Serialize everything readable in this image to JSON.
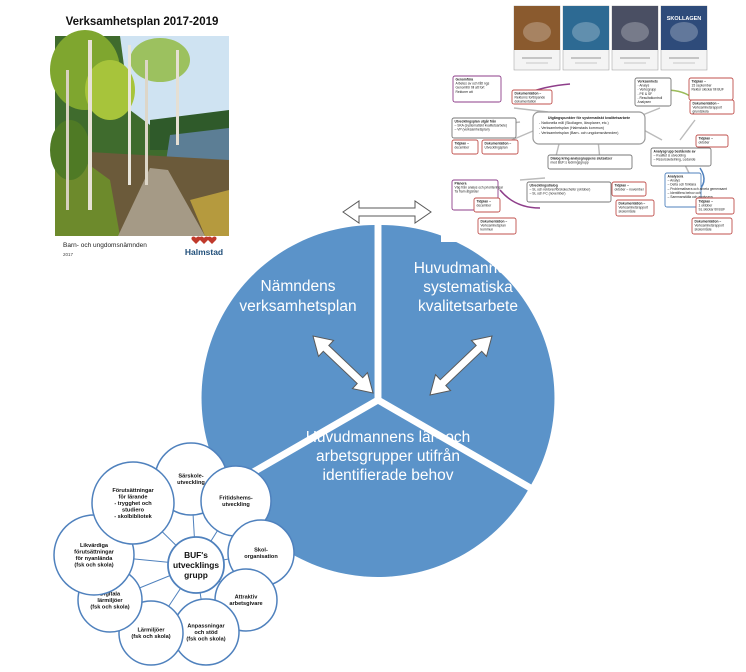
{
  "plan_cover": {
    "title": "Verksamhetsplan 2017-2019",
    "committee": "Barn- och ungdomsnämnden",
    "year": "2017",
    "logo_text": "Halmstad"
  },
  "circle": {
    "segment_left": [
      "Nämndens",
      "verksamhetsplan"
    ],
    "segment_right": [
      "Huvudmannens",
      "systematiska",
      "kvalitetsarbete"
    ],
    "segment_bottom": [
      "Huvudmannens lär- och",
      "arbetsgrupper utifrån",
      "identifierade behov"
    ]
  },
  "process_chart": {
    "covers": [
      {
        "color": "#8a5a2e",
        "title": ""
      },
      {
        "color": "#2d6a93",
        "title": ""
      },
      {
        "color": "#4a4f63",
        "title": ""
      },
      {
        "color": "#2e4b7a",
        "title": "SKOLLAGEN"
      }
    ],
    "center": [
      "Utgångspunkter för systematiskt kvalitetsarbete",
      "- Nationella mål (Skollagen, läroplaner, etc.)",
      "- Verksamhetsplan (Halmstads kommun)",
      "- Verksamhetsplan (Barn- och ungdomsnämnden)"
    ],
    "boxes": [
      {
        "lines": [
          "Genomföra",
          "Arbetes av och fått ngs",
          "Genomför till att fort",
          "Rektorer att"
        ],
        "border": "#8e3e8a"
      },
      {
        "lines": [
          "Dokumentation –",
          "Rektorns fortlöpande",
          "dokumentation"
        ],
        "border": "#c0504d"
      },
      {
        "lines": [
          "Utvecklingsplan utgår från",
          "– SKA (systematiskt kvalitetsarbete)",
          "– VP (verksamhetsplan)"
        ],
        "border": "#777777"
      },
      {
        "lines": [
          "Tidplan –",
          "december"
        ],
        "border": "#c0504d"
      },
      {
        "lines": [
          "Dokumentation –",
          "Utvecklingsplan"
        ],
        "border": "#c0504d"
      },
      {
        "lines": [
          "Planera",
          "Väg från analys och prioriteringar",
          "Ta fram åtgärder"
        ],
        "border": "#8e3e8a"
      },
      {
        "lines": [
          "Tidplan –",
          "december"
        ],
        "border": "#c0504d"
      },
      {
        "lines": [
          "Dokumentation –",
          "Verksamhetsplan",
          "kommun"
        ],
        "border": "#c0504d"
      },
      {
        "lines": [
          "Dialog kring analysgruppens slutsatser",
          "med BUF:s ledningsgrupp"
        ],
        "border": "#777777"
      },
      {
        "lines": [
          "Utvecklingsdialog",
          "– SL och rektorer/förskolechefer (oktober)",
          "– SL och FC (november)"
        ],
        "border": "#777777"
      },
      {
        "lines": [
          "Tidplan –",
          "oktober – november"
        ],
        "border": "#c0504d"
      },
      {
        "lines": [
          "Dokumentation –",
          "Verksamhetsrapport",
          "skolområde"
        ],
        "border": "#c0504d"
      },
      {
        "lines": [
          "Verksamhets",
          "- Analys",
          "- Verksgrupp",
          "- PE & SF",
          "- Resultatkontroll",
          "Analysen"
        ],
        "border": "#777777"
      },
      {
        "lines": [
          "Tidplan –",
          "15 september",
          "Rektor skickar till BUF"
        ],
        "border": "#c0504d"
      },
      {
        "lines": [
          "Dokumentation –",
          "Verksamhetsrapport",
          "grundskola"
        ],
        "border": "#c0504d"
      },
      {
        "lines": [
          "Tidplan –",
          "oktober"
        ],
        "border": "#c0504d"
      },
      {
        "lines": [
          "Analysgrupp bestående av",
          "– Kvalitet & utveckling",
          "– Resursavdelning, Ledande"
        ],
        "border": "#777777"
      },
      {
        "lines": [
          "Analysera",
          "– Analys",
          "– Delta och förklara",
          "– Problematisera och arbeta gemensamt",
          "– Identifiera behov och",
          "– Sammanställa och analysera"
        ],
        "border": "#4f81bd"
      },
      {
        "lines": [
          "Tidplan –",
          "1 oktober",
          "SL skickar till BUF"
        ],
        "border": "#c0504d"
      },
      {
        "lines": [
          "Dokumentation –",
          "Verksamhetsrapport",
          "skolområde"
        ],
        "border": "#c0504d"
      }
    ]
  },
  "group_diagram": {
    "center": [
      "BUF's",
      "utvecklings",
      "grupp"
    ],
    "nodes": [
      {
        "lines": [
          "Särskole-",
          "utveckling"
        ]
      },
      {
        "lines": [
          "Fritidshems-",
          "utveckling"
        ]
      },
      {
        "lines": [
          "Skol-",
          "organisation"
        ]
      },
      {
        "lines": [
          "Attraktiv",
          "arbetsgivare"
        ]
      },
      {
        "lines": [
          "Anpassningar",
          "och stöd",
          "(fsk och skola)"
        ]
      },
      {
        "lines": [
          "Lärmiljöer",
          "(fsk och skola)"
        ]
      },
      {
        "lines": [
          "Digitala",
          "lärmiljöer",
          "(fsk och skola)"
        ]
      },
      {
        "lines": [
          "Likvärdiga",
          "förutsättningar",
          "för nyanlända",
          "(fsk och skola)"
        ]
      },
      {
        "lines": [
          "Förutsättningar",
          "för lärande",
          "- trygghet och",
          "studiero",
          "- skolbibliotek"
        ]
      }
    ]
  },
  "colors": {
    "circle_fill": "#5b93c9",
    "arrow_fill": "#ffffff",
    "arrow_stroke": "#5a5a5a",
    "node_border": "#4f81bd"
  }
}
